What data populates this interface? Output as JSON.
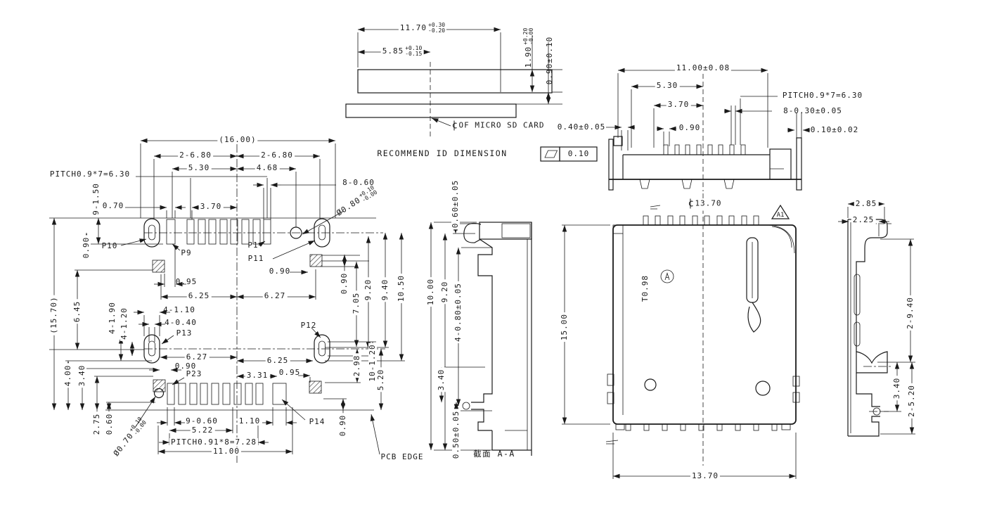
{
  "drawing": {
    "captions": {
      "recommend": "RECOMMEND ID DIMENSION",
      "card_center": "OF MICRO SD CARD",
      "section": "截面 A-A",
      "pcb_edge": "PCB EDGE"
    },
    "icons": {
      "centerline_symbol": "centerline-glyph",
      "parallelism_symbol": "parallelogram",
      "revision_triangle": "triangle",
      "mold_mark": "circled-mold-mark"
    },
    "fcf_value": "0.10",
    "rev": "A1",
    "marking": "T0.98",
    "id_view": {
      "w": "11.70",
      "w_up": "+0.30",
      "w_dn": "-0.20",
      "half": "5.85",
      "half_up": "+0.10",
      "half_dn": "-0.15",
      "h1": "1.90",
      "h1_up": "+0.20",
      "h1_dn": "-0.00",
      "h2": "0.90±0.10"
    },
    "front_view": {
      "total": "11.00±0.08",
      "d530": "5.30",
      "d370": "3.70",
      "pitch": "PITCH0.9*7=6.30",
      "pins": "8-0.30±0.05",
      "d040": "0.40±0.05",
      "d090": "0.90",
      "d010": "0.10±0.02"
    },
    "layout_view": {
      "w": "(16.00)",
      "l680": "2-6.80",
      "r680": "2-6.80",
      "d530": "5.30",
      "d468": "4.68",
      "pitch_top": "PITCH0.9*7=6.30",
      "d9150": "9-1.50",
      "d070": "0.70",
      "d370": "3.70",
      "d8060": "8-0.60",
      "hole_top": "Ø0.80",
      "hole_top_up": "+0.10",
      "hole_top_dn": "-0.00",
      "p10": "P10",
      "p9": "P9",
      "p1": "P1",
      "p11": "P11",
      "d090a": "0.90",
      "d095a": "0.95",
      "d625a": "6.25",
      "d627a": "6.27",
      "d090b": "0.90",
      "d705": "7.05",
      "d920": "9.20",
      "d940": "9.40",
      "d1050": "10.50",
      "h": "(15.70)",
      "d645": "6.45",
      "d4190": "4-1.90",
      "d4120": "4-1.20",
      "d4110": "4-1.10",
      "d4040": "4-0.40",
      "p13": "P13",
      "d627b": "6.27",
      "d625b": "6.25",
      "d090d": "0.90",
      "p23": "P23",
      "d331": "3.31",
      "d095b": "0.95",
      "p12": "P12",
      "d400": "4.00",
      "d340": "3.40",
      "d298": "2.98",
      "d10120": "10-1.20",
      "d520": "5.20",
      "d275": "2.75",
      "d060": "0.60",
      "hole_bot": "Ø0.70",
      "hole_bot_up": "+0.10",
      "hole_bot_dn": "-0.00",
      "d9060": "9-0.60",
      "d110": "1.10",
      "d522": "5.22",
      "pitch_bot": "PITCH0.91*8=7.28",
      "d1100": "11.00",
      "p14": "P14",
      "d090e": "0.90"
    },
    "section_view": {
      "d060": "0.60±0.05",
      "d1000": "10.00",
      "d920": "9.20",
      "d4080": "4-0.80±0.05",
      "d340": "3.40",
      "d050": "0.50±0.05"
    },
    "top_view": {
      "center_width": "13.70",
      "height": "15.00",
      "width": "13.70"
    },
    "side_view": {
      "d285": "2.85",
      "d225": "2.25",
      "d2940": "2-9.40",
      "d340": "3.40",
      "d2520": "2-5.20"
    }
  }
}
